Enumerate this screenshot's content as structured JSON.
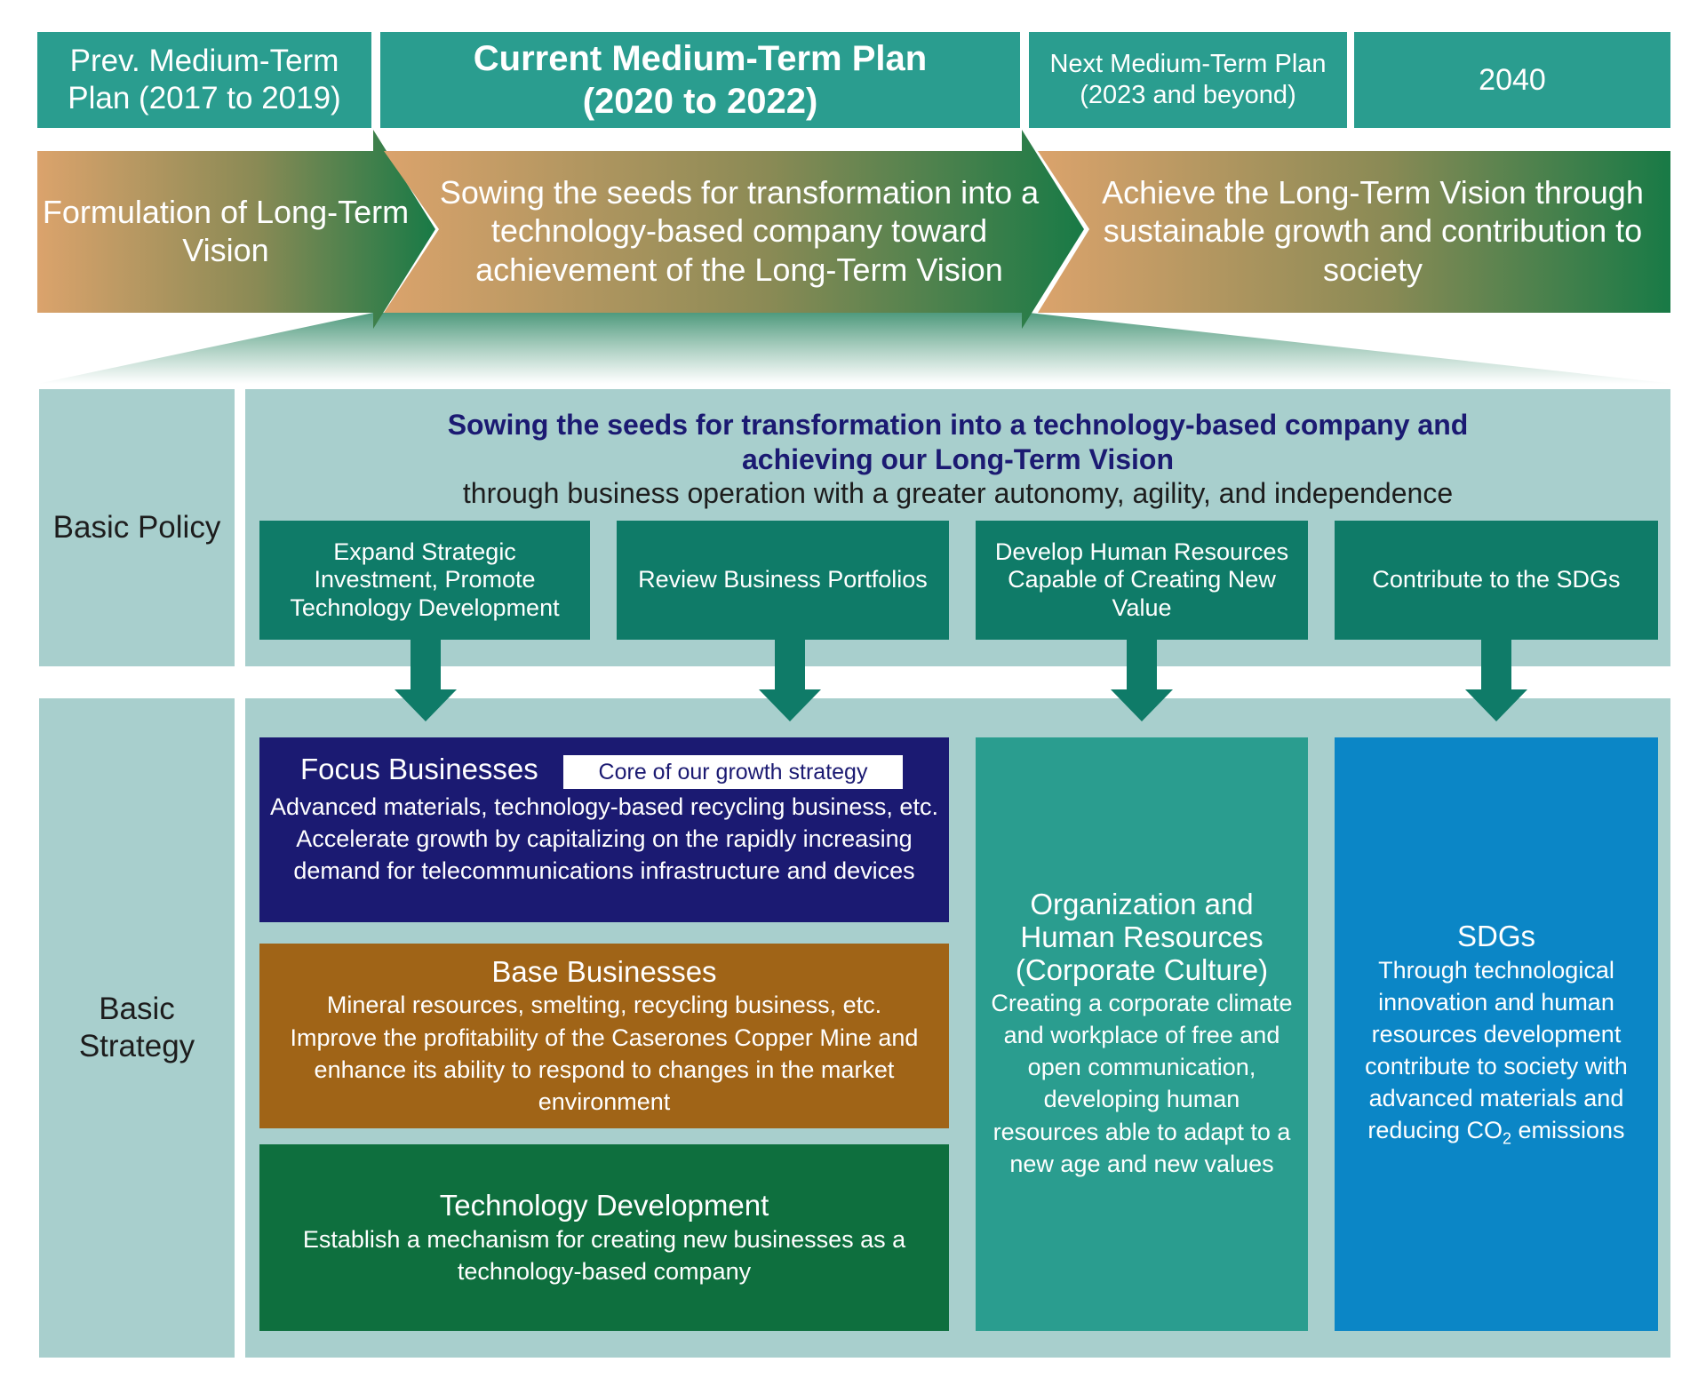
{
  "header": {
    "prev_plan": "Prev. Medium-Term Plan (2017 to 2019)",
    "current_plan_line1": "Current Medium-Term Plan",
    "current_plan_line2": "(2020 to 2022)",
    "next_plan_line1": "Next Medium-Term Plan",
    "next_plan_line2": "(2023 and beyond)",
    "year_2040": "2040"
  },
  "phases": {
    "phase1": "Formulation of Long-Term Vision",
    "phase2": "Sowing the seeds for transformation into a technology-based company toward achievement of the Long-Term Vision",
    "phase3": "Achieve the Long-Term Vision through sustainable growth and contribution to society"
  },
  "basic_policy": {
    "label": "Basic Policy",
    "headline_line1": "Sowing the seeds for transformation into a technology-based company and",
    "headline_line2": "achieving our Long-Term Vision",
    "subline": "through business operation with a greater autonomy, agility, and independence",
    "items": [
      "Expand Strategic Investment, Promote Technology Development",
      "Review Business Portfolios",
      "Develop Human Resources Capable of Creating New Value",
      "Contribute to the SDGs"
    ]
  },
  "basic_strategy": {
    "label": "Basic Strategy",
    "focus": {
      "title": "Focus Businesses",
      "tag": "Core of our growth strategy",
      "body1": "Advanced materials, technology-based recycling business, etc.",
      "body2": "Accelerate growth by capitalizing on the rapidly increasing demand for telecommunications infrastructure and devices"
    },
    "base": {
      "title": "Base Businesses",
      "body1": "Mineral resources, smelting, recycling business, etc.",
      "body2": "Improve the profitability of the Caserones Copper Mine and enhance its ability to respond to changes in the market environment"
    },
    "tech": {
      "title": "Technology Development",
      "body": "Establish a mechanism for creating new businesses as a technology-based company"
    },
    "org": {
      "title": "Organization and Human Resources (Corporate Culture)",
      "body": "Creating a corporate climate and workplace of free and open communication, developing human resources able to adapt to a new age and new values"
    },
    "sdgs": {
      "title": "SDGs",
      "body_before": "Through technological innovation and human resources development contribute to society with advanced materials and reducing CO",
      "body_sub": "2",
      "body_after": " emissions"
    }
  },
  "colors": {
    "header_teal": "#2a9d8f",
    "policy_green": "#0f7b68",
    "panel_bg": "#a8cfcd",
    "focus_navy": "#1b1a72",
    "base_brown": "#a06417",
    "tech_green": "#0e6f3e",
    "org_teal": "#2a9d8f",
    "sdgs_blue": "#0b86c6",
    "arrow_start": "#d9a46b",
    "arrow_end": "#1c7a45"
  }
}
